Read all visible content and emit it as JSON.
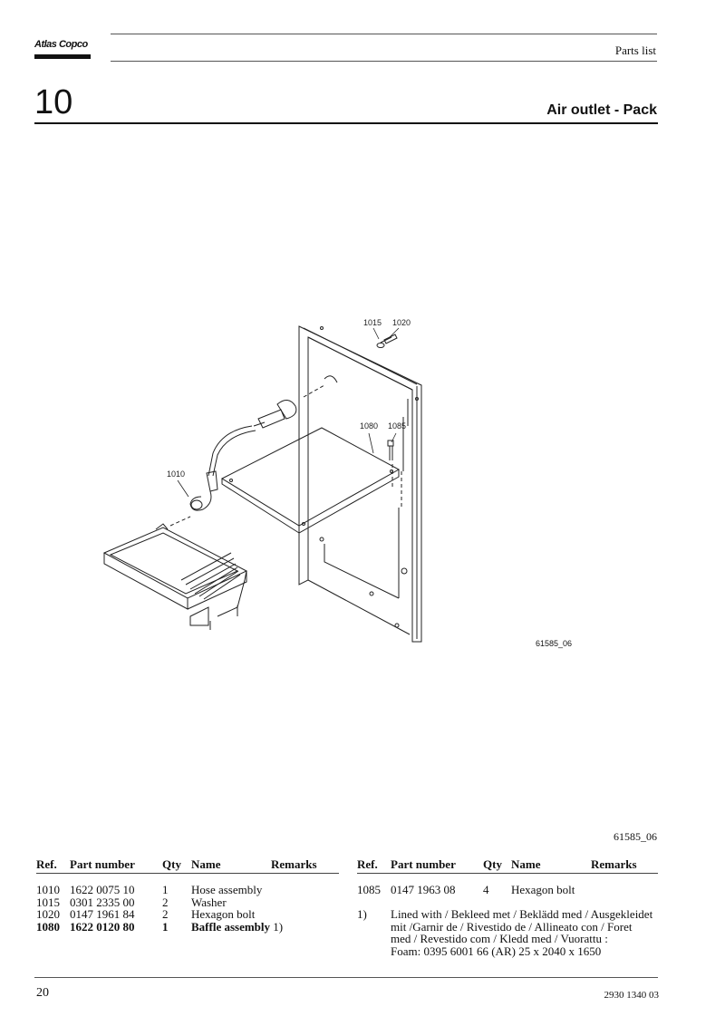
{
  "header": {
    "brand": "Atlas Copco",
    "label": "Parts list"
  },
  "chapter_number": "10",
  "section_title": "Air outlet - Pack",
  "figure": {
    "id_small": "61585_06",
    "id": "61585_06",
    "callouts": [
      "1015",
      "1020",
      "1080",
      "1085",
      "1010"
    ]
  },
  "table_left": {
    "headers": [
      "Ref.",
      "Part number",
      "Qty",
      "Name",
      "Remarks"
    ],
    "rows": [
      [
        "1010",
        "1622 0075 10",
        "1",
        "Hose assembly",
        ""
      ],
      [
        "1015",
        "0301 2335 00",
        "2",
        "Washer",
        ""
      ],
      [
        "1020",
        "0147 1961 84",
        "2",
        "Hexagon bolt",
        ""
      ],
      [
        "1080",
        "1622 0120 80",
        "1",
        "Baffle assembly",
        "1)"
      ]
    ]
  },
  "table_right": {
    "headers": [
      "Ref.",
      "Part number",
      "Qty",
      "Name",
      "Remarks"
    ],
    "rows": [
      [
        "1085",
        "0147 1963 08",
        "4",
        "Hexagon bolt",
        ""
      ]
    ]
  },
  "note": {
    "marker": "1)",
    "line1": "Lined with  / Bekleed met / Beklädd med  / Ausgekleidet",
    "line2": "mit  /Garnir de / Rivestido de / Allineato con    / Foret",
    "line3": "med / Revestido com / Kledd med / Vuorattu :",
    "line4": "Foam: 0395 6001 66 (AR) 25 x 2040 x 1650"
  },
  "footer": {
    "page_number": "20",
    "doc_number": "2930 1340 03"
  }
}
